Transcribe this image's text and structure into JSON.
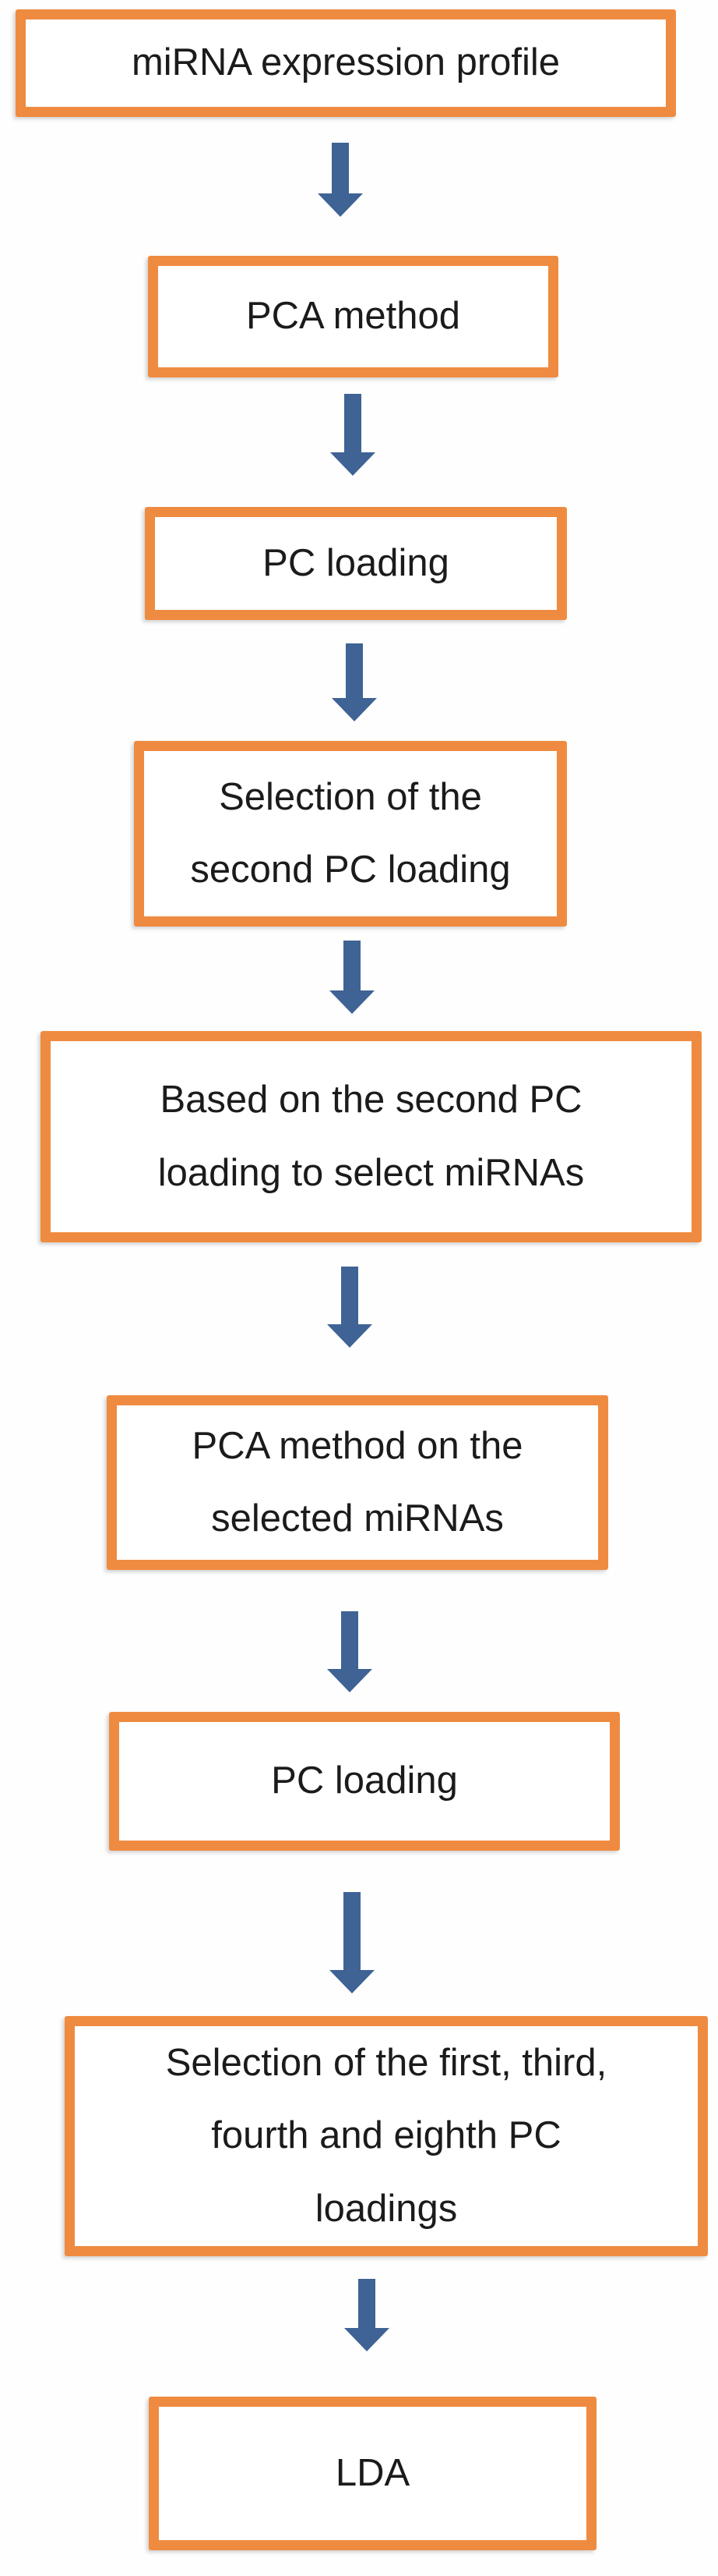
{
  "diagram": {
    "type": "flowchart",
    "direction": "top-to-bottom",
    "boxes": [
      {
        "label": "miRNA expression profile"
      },
      {
        "label": "PCA method"
      },
      {
        "label": "PC loading"
      },
      {
        "label": "Selection of the\nsecond PC loading"
      },
      {
        "label": "Based on the second PC\nloading to select miRNAs"
      },
      {
        "label": "PCA method on the\nselected miRNAs"
      },
      {
        "label": "PC loading"
      },
      {
        "label": "Selection of the first, third,\nfourth and eighth PC\nloadings"
      },
      {
        "label": "LDA"
      }
    ],
    "arrows": [
      {
        "icon": "down-arrow-icon",
        "from": "miRNA expression profile",
        "to": "PCA method"
      },
      {
        "icon": "down-arrow-icon",
        "from": "PCA method",
        "to": "PC loading"
      },
      {
        "icon": "down-arrow-icon",
        "from": "PC loading",
        "to": "Selection of the second PC loading"
      },
      {
        "icon": "down-arrow-icon",
        "from": "Selection of the second PC loading",
        "to": "Based on the second PC loading to select miRNAs"
      },
      {
        "icon": "down-arrow-icon",
        "from": "Based on the second PC loading to select miRNAs",
        "to": "PCA method on the selected miRNAs"
      },
      {
        "icon": "down-arrow-icon",
        "from": "PCA method on the selected miRNAs",
        "to": "PC loading"
      },
      {
        "icon": "down-arrow-icon",
        "from": "PC loading",
        "to": "Selection of the first, third, fourth and eighth PC loadings"
      },
      {
        "icon": "down-arrow-icon",
        "from": "Selection of the first, third, fourth and eighth PC loadings",
        "to": "LDA"
      }
    ],
    "colors": {
      "box_border": "#EF8B40",
      "box_fill": "#FFFFFF",
      "arrow_fill": "#3E6394",
      "text": "#1B1B1B",
      "background": "#FEFEFE"
    }
  }
}
